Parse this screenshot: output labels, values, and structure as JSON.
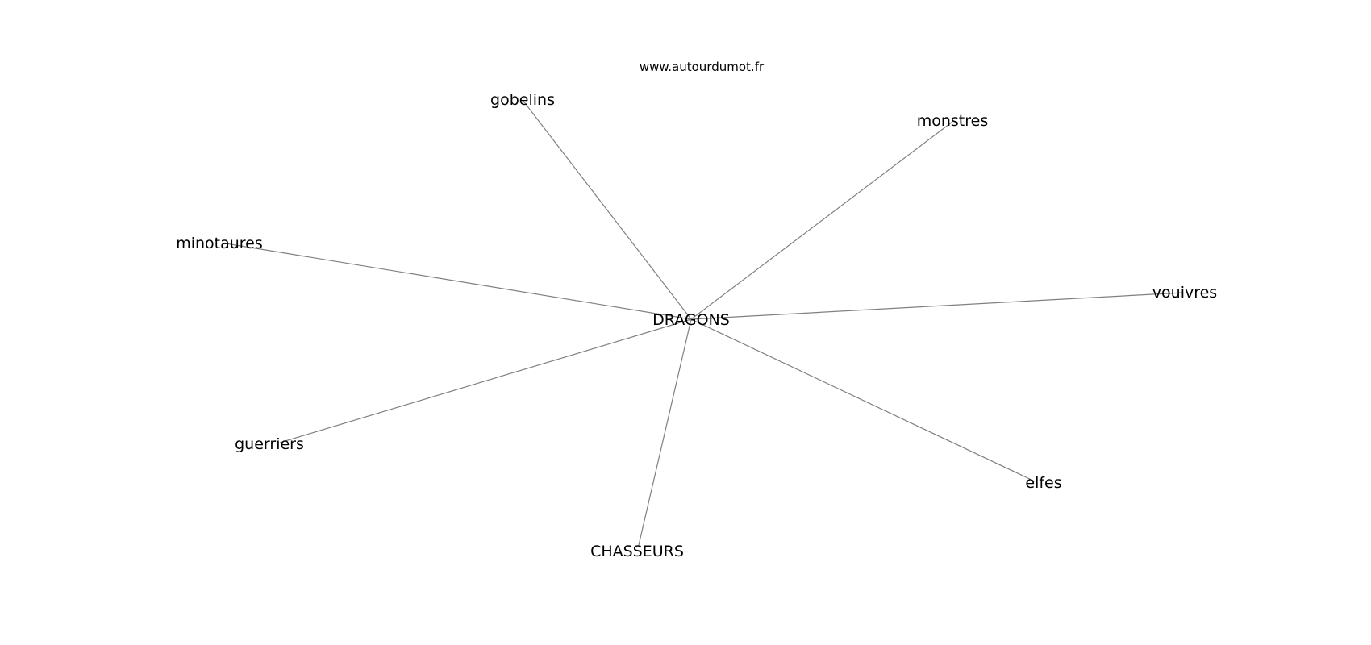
{
  "watermark": "www.autourdumot.fr",
  "colors": {
    "edge": "#808080",
    "text": "#000000",
    "background": "#ffffff"
  },
  "graph": {
    "center": "DRAGONS",
    "neighbors": [
      "gobelins",
      "monstres",
      "minotaures",
      "vouivres",
      "guerriers",
      "elfes",
      "CHASSEURS"
    ]
  }
}
